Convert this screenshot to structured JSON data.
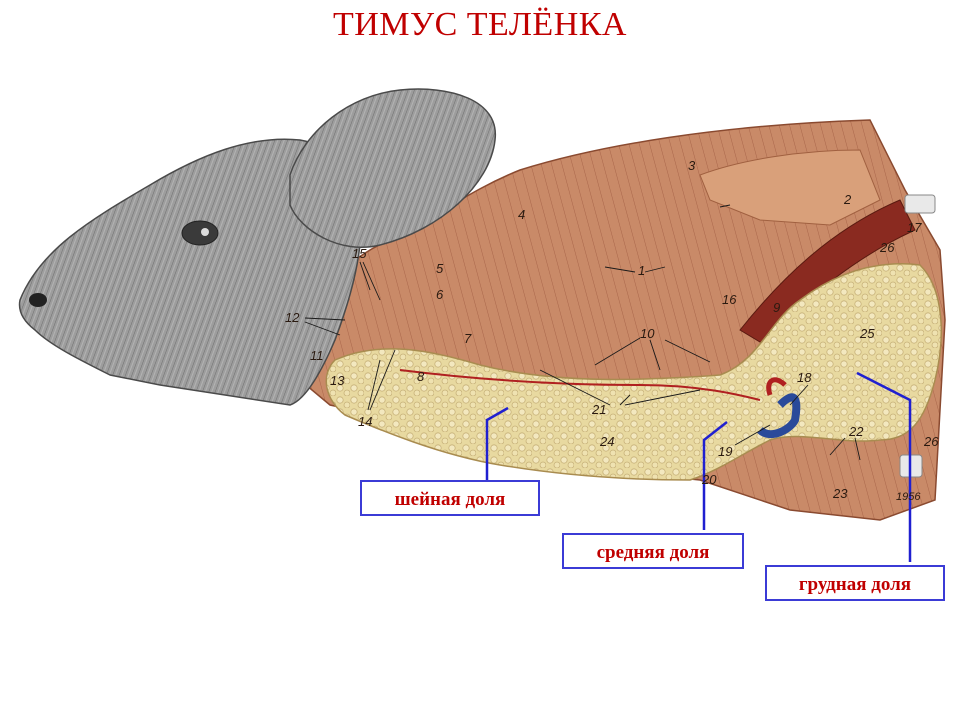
{
  "title": "ТИМУС ТЕЛЁНКА",
  "lobes": {
    "cervical": "шейная доля",
    "middle": "средняя доля",
    "thoracic": "грудная доля"
  },
  "callout_color": "#2020d0",
  "labels": [
    "1",
    "2",
    "3",
    "4",
    "5",
    "6",
    "7",
    "8",
    "9",
    "10",
    "11",
    "12",
    "13",
    "14",
    "15",
    "16",
    "17",
    "18",
    "19",
    "20",
    "21",
    "22",
    "23",
    "24",
    "25",
    "26",
    "1956"
  ]
}
